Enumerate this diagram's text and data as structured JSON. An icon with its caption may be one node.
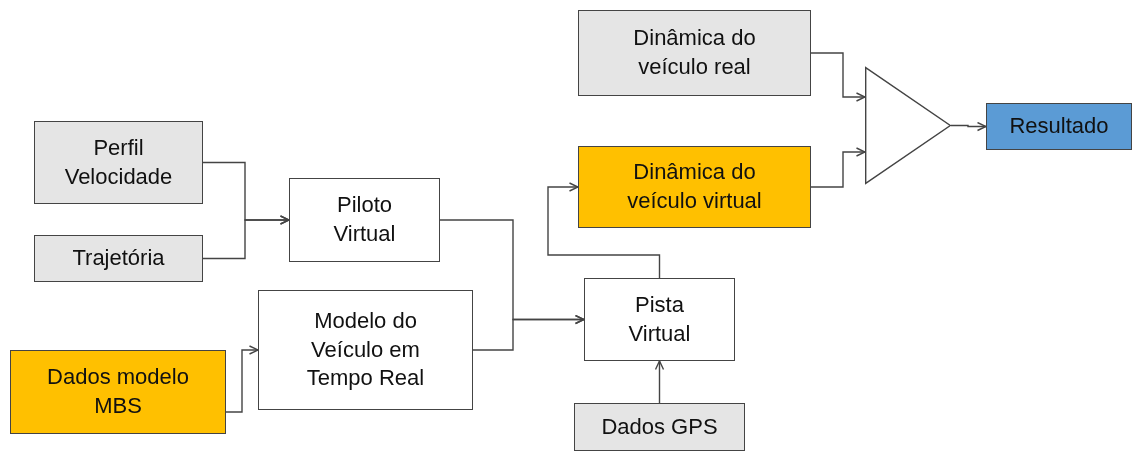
{
  "diagram": {
    "nodes": [
      {
        "text": [
          "Dinâmica do veículo real"
        ]
      },
      {
        "text": [
          "Perfil Velocidade"
        ]
      },
      {
        "text": [
          "Dinâmica do veículo virtual"
        ]
      },
      {
        "text": [],
        "shape": "triangle"
      },
      {
        "text": [
          "Resultado"
        ]
      },
      {
        "text": [
          "Piloto Virtual"
        ]
      },
      {
        "text": [
          "Trajetória"
        ]
      },
      {
        "text": [
          "Modelo do Veículo em Tempo Real"
        ]
      },
      {
        "text": [
          "Pista Virtual"
        ]
      },
      {
        "text": [
          "Dados modelo MBS"
        ]
      },
      {
        "text": [
          "Dados GPS"
        ]
      }
    ],
    "edges": [
      {
        "from": 1,
        "to": 5,
        "arrow": "to"
      },
      {
        "from": 6,
        "to": 5,
        "arrow": "to"
      },
      {
        "from": 9,
        "to": 7,
        "arrow": "to"
      },
      {
        "from": 5,
        "to": 8,
        "arrow": "to"
      },
      {
        "from": 7,
        "to": 8,
        "arrow": "to"
      },
      {
        "from": 8,
        "to": 2,
        "arrow": "to"
      },
      {
        "from": 10,
        "to": 8,
        "arrow": "to"
      },
      {
        "from": 0,
        "to": 3,
        "arrow": "to"
      },
      {
        "from": 2,
        "to": 3,
        "arrow": "to"
      },
      {
        "from": 3,
        "to": 4,
        "arrow": "to"
      }
    ]
  }
}
